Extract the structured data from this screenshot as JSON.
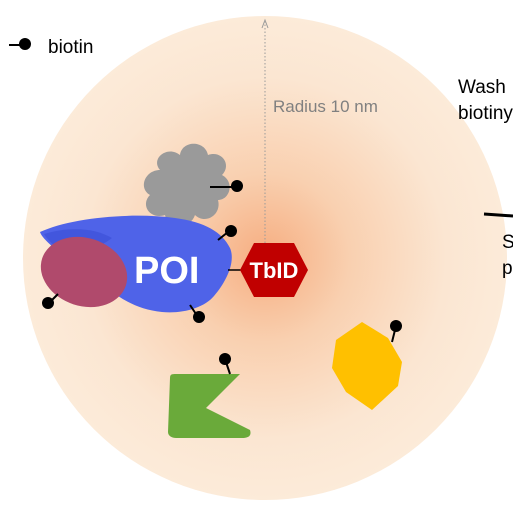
{
  "legend": {
    "label": "biotin"
  },
  "diagram": {
    "radius_label": "Radius 10 nm",
    "enzyme_label": "TbID",
    "poi_label": "POI"
  },
  "side_text": {
    "line1": "Wash",
    "line2": "biotiny",
    "line3": "S",
    "line4": "p"
  },
  "colors": {
    "halo_inner": "#f6b48a",
    "halo_outer": "#fbe7d4",
    "poi": "#4f63e8",
    "poi_dark": "#3f4fd0",
    "partner": "#b04a6c",
    "enzyme": "#c00000",
    "cloud": "#9a9a9a",
    "green_protein": "#6aaa3a",
    "yellow_protein": "#ffc000",
    "biotin": "#000000",
    "radius_line": "#9a9a9a"
  }
}
